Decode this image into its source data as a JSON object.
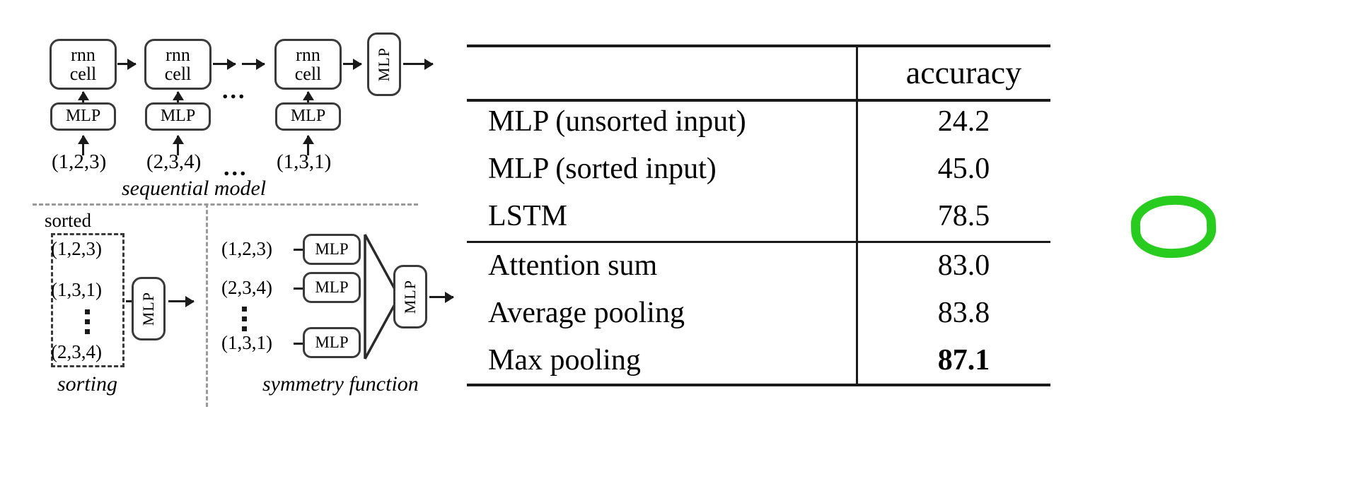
{
  "figure": {
    "left_diagram": {
      "sequential_model": {
        "caption": "sequential model",
        "cells": [
          {
            "line1": "rnn",
            "line2": "cell"
          },
          {
            "line1": "rnn",
            "line2": "cell"
          },
          {
            "line1": "rnn",
            "line2": "cell"
          }
        ],
        "mlp_label": "MLP",
        "output_mlp_label": "MLP",
        "inputs": [
          "(1,2,3)",
          "(2,3,4)",
          "(1,3,1)"
        ],
        "ellipsis": "..."
      },
      "sorting": {
        "caption": "sorting",
        "sorted_label": "sorted",
        "items": [
          "(1,2,3)",
          "(1,3,1)",
          "(2,3,4)"
        ],
        "mlp_label": "MLP"
      },
      "symmetry_function": {
        "caption": "symmetry function",
        "items": [
          "(1,2,3)",
          "(2,3,4)",
          "(1,3,1)"
        ],
        "mlp_label": "MLP",
        "output_mlp_label": "MLP"
      }
    },
    "table": {
      "columns": [
        "",
        "accuracy"
      ],
      "rows": [
        {
          "name": "MLP (unsorted input)",
          "accuracy": "24.2",
          "bold": false,
          "highlighted": false
        },
        {
          "name": "MLP (sorted input)",
          "accuracy": "45.0",
          "bold": false,
          "highlighted": false
        },
        {
          "name": "LSTM",
          "accuracy": "78.5",
          "bold": false,
          "highlighted": true
        },
        {
          "name": "Attention sum",
          "accuracy": "83.0",
          "bold": false,
          "highlighted": false
        },
        {
          "name": "Average pooling",
          "accuracy": "83.8",
          "bold": false,
          "highlighted": false
        },
        {
          "name": "Max pooling",
          "accuracy": "87.1",
          "bold": true,
          "highlighted": false
        }
      ]
    },
    "annotation": {
      "type": "hand-drawn-circle",
      "color": "#27cc1f",
      "target_value": "78.5"
    }
  }
}
